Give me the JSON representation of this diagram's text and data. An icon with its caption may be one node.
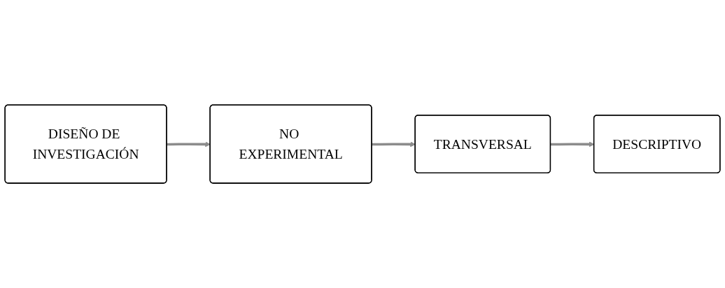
{
  "diagram": {
    "nodes": [
      {
        "text": [
          "DISEÑO DE INVESTIGACIÓN"
        ]
      },
      {
        "text": [
          "NO EXPERIMENTAL"
        ]
      },
      {
        "text": [
          "TRANSVERSAL"
        ]
      },
      {
        "text": [
          "DESCRIPTIVO"
        ]
      }
    ],
    "edges": [
      {
        "from": 0,
        "to": 1,
        "arrow": "to"
      },
      {
        "from": 1,
        "to": 2,
        "arrow": "to"
      },
      {
        "from": 2,
        "to": 3,
        "arrow": "to"
      }
    ]
  }
}
